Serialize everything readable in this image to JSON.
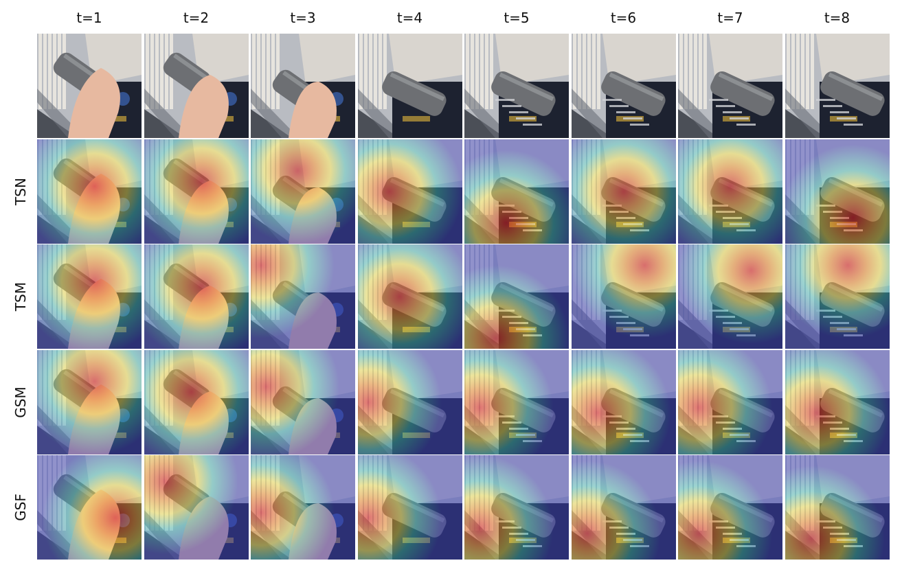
{
  "columns": [
    "t=1",
    "t=2",
    "t=3",
    "t=4",
    "t=5",
    "t=6",
    "t=7",
    "t=8"
  ],
  "rows": [
    {
      "label": "",
      "type": "raw"
    },
    {
      "label": "TSN",
      "type": "heatmap"
    },
    {
      "label": "TSM",
      "type": "heatmap"
    },
    {
      "label": "GSM",
      "type": "heatmap"
    },
    {
      "label": "GSF",
      "type": "heatmap"
    }
  ],
  "colors": {
    "radiator": "#e9e6df",
    "wall": "#b9bcc2",
    "floor": "#4b4f57",
    "device": "#d9d5cf",
    "interior": "#1d2230",
    "cylinder": "#6d6f73",
    "skin": "#e7b9a0",
    "heat_hot": "#d7191c",
    "heat_mid": "#f5e54a",
    "heat_cool": "#3fbfbf",
    "heat_cold": "#3b3fb8"
  },
  "heat_focus": [
    [
      [
        0.55,
        0.45
      ],
      [
        0.55,
        0.4
      ],
      [
        0.45,
        0.3
      ],
      [
        0.3,
        0.5
      ],
      [
        0.4,
        0.8
      ],
      [
        0.5,
        0.5
      ],
      [
        0.5,
        0.45
      ],
      [
        0.65,
        0.75
      ]
    ],
    [
      [
        0.55,
        0.35
      ],
      [
        0.55,
        0.4
      ],
      [
        0.1,
        0.2
      ],
      [
        0.4,
        0.5
      ],
      [
        0.3,
        0.9
      ],
      [
        0.7,
        0.2
      ],
      [
        0.7,
        0.25
      ],
      [
        0.6,
        0.2
      ]
    ],
    [
      [
        0.55,
        0.3
      ],
      [
        0.45,
        0.4
      ],
      [
        0.15,
        0.35
      ],
      [
        0.1,
        0.5
      ],
      [
        0.15,
        0.55
      ],
      [
        0.25,
        0.6
      ],
      [
        0.2,
        0.55
      ],
      [
        0.3,
        0.6
      ]
    ],
    [
      [
        0.75,
        0.6
      ],
      [
        0.2,
        0.25
      ],
      [
        0.1,
        0.55
      ],
      [
        0.1,
        0.6
      ],
      [
        0.15,
        0.7
      ],
      [
        0.15,
        0.75
      ],
      [
        0.2,
        0.75
      ],
      [
        0.25,
        0.8
      ]
    ]
  ]
}
